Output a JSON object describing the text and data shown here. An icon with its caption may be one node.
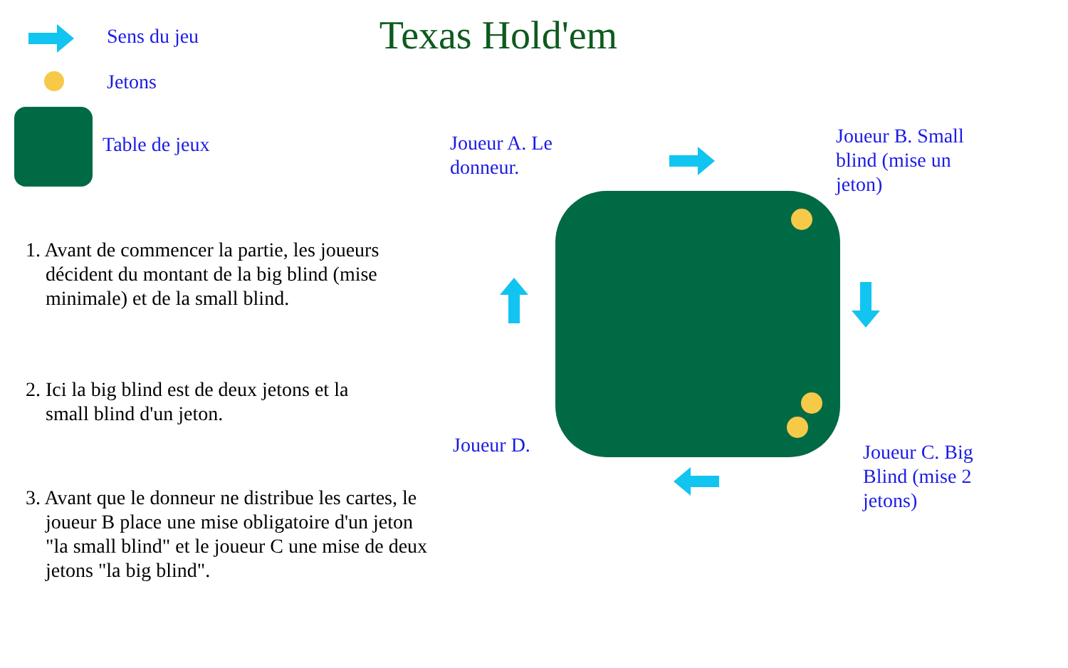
{
  "diagram": {
    "title": "Texas Hold'em",
    "labels": [
      "Joueur A. Le donneur.",
      "Joueur B. Small blind (mise un jeton)",
      "1. Avant de commencer la partie, les joueurs décident du montant de la big blind (mise minimale) et de la small blind.",
      "2. Ici la big blind est de deux jetons et la small blind d'un jeton.",
      "Joueur D.",
      "Joueur C. Big Blind (mise 2 jetons)",
      "3. Avant que le donneur ne distribue les cartes, le joueur B place une mise obligatoire d'un jeton \"la small blind\" et le joueur C une mise de deux jetons \"la big blind\"."
    ],
    "legend": [
      {
        "text": "Sens du jeu"
      },
      {
        "text": "Jetons",
        "color": "#f7c948"
      },
      {
        "text": "Table de jeux",
        "color": "#006a45"
      }
    ]
  }
}
